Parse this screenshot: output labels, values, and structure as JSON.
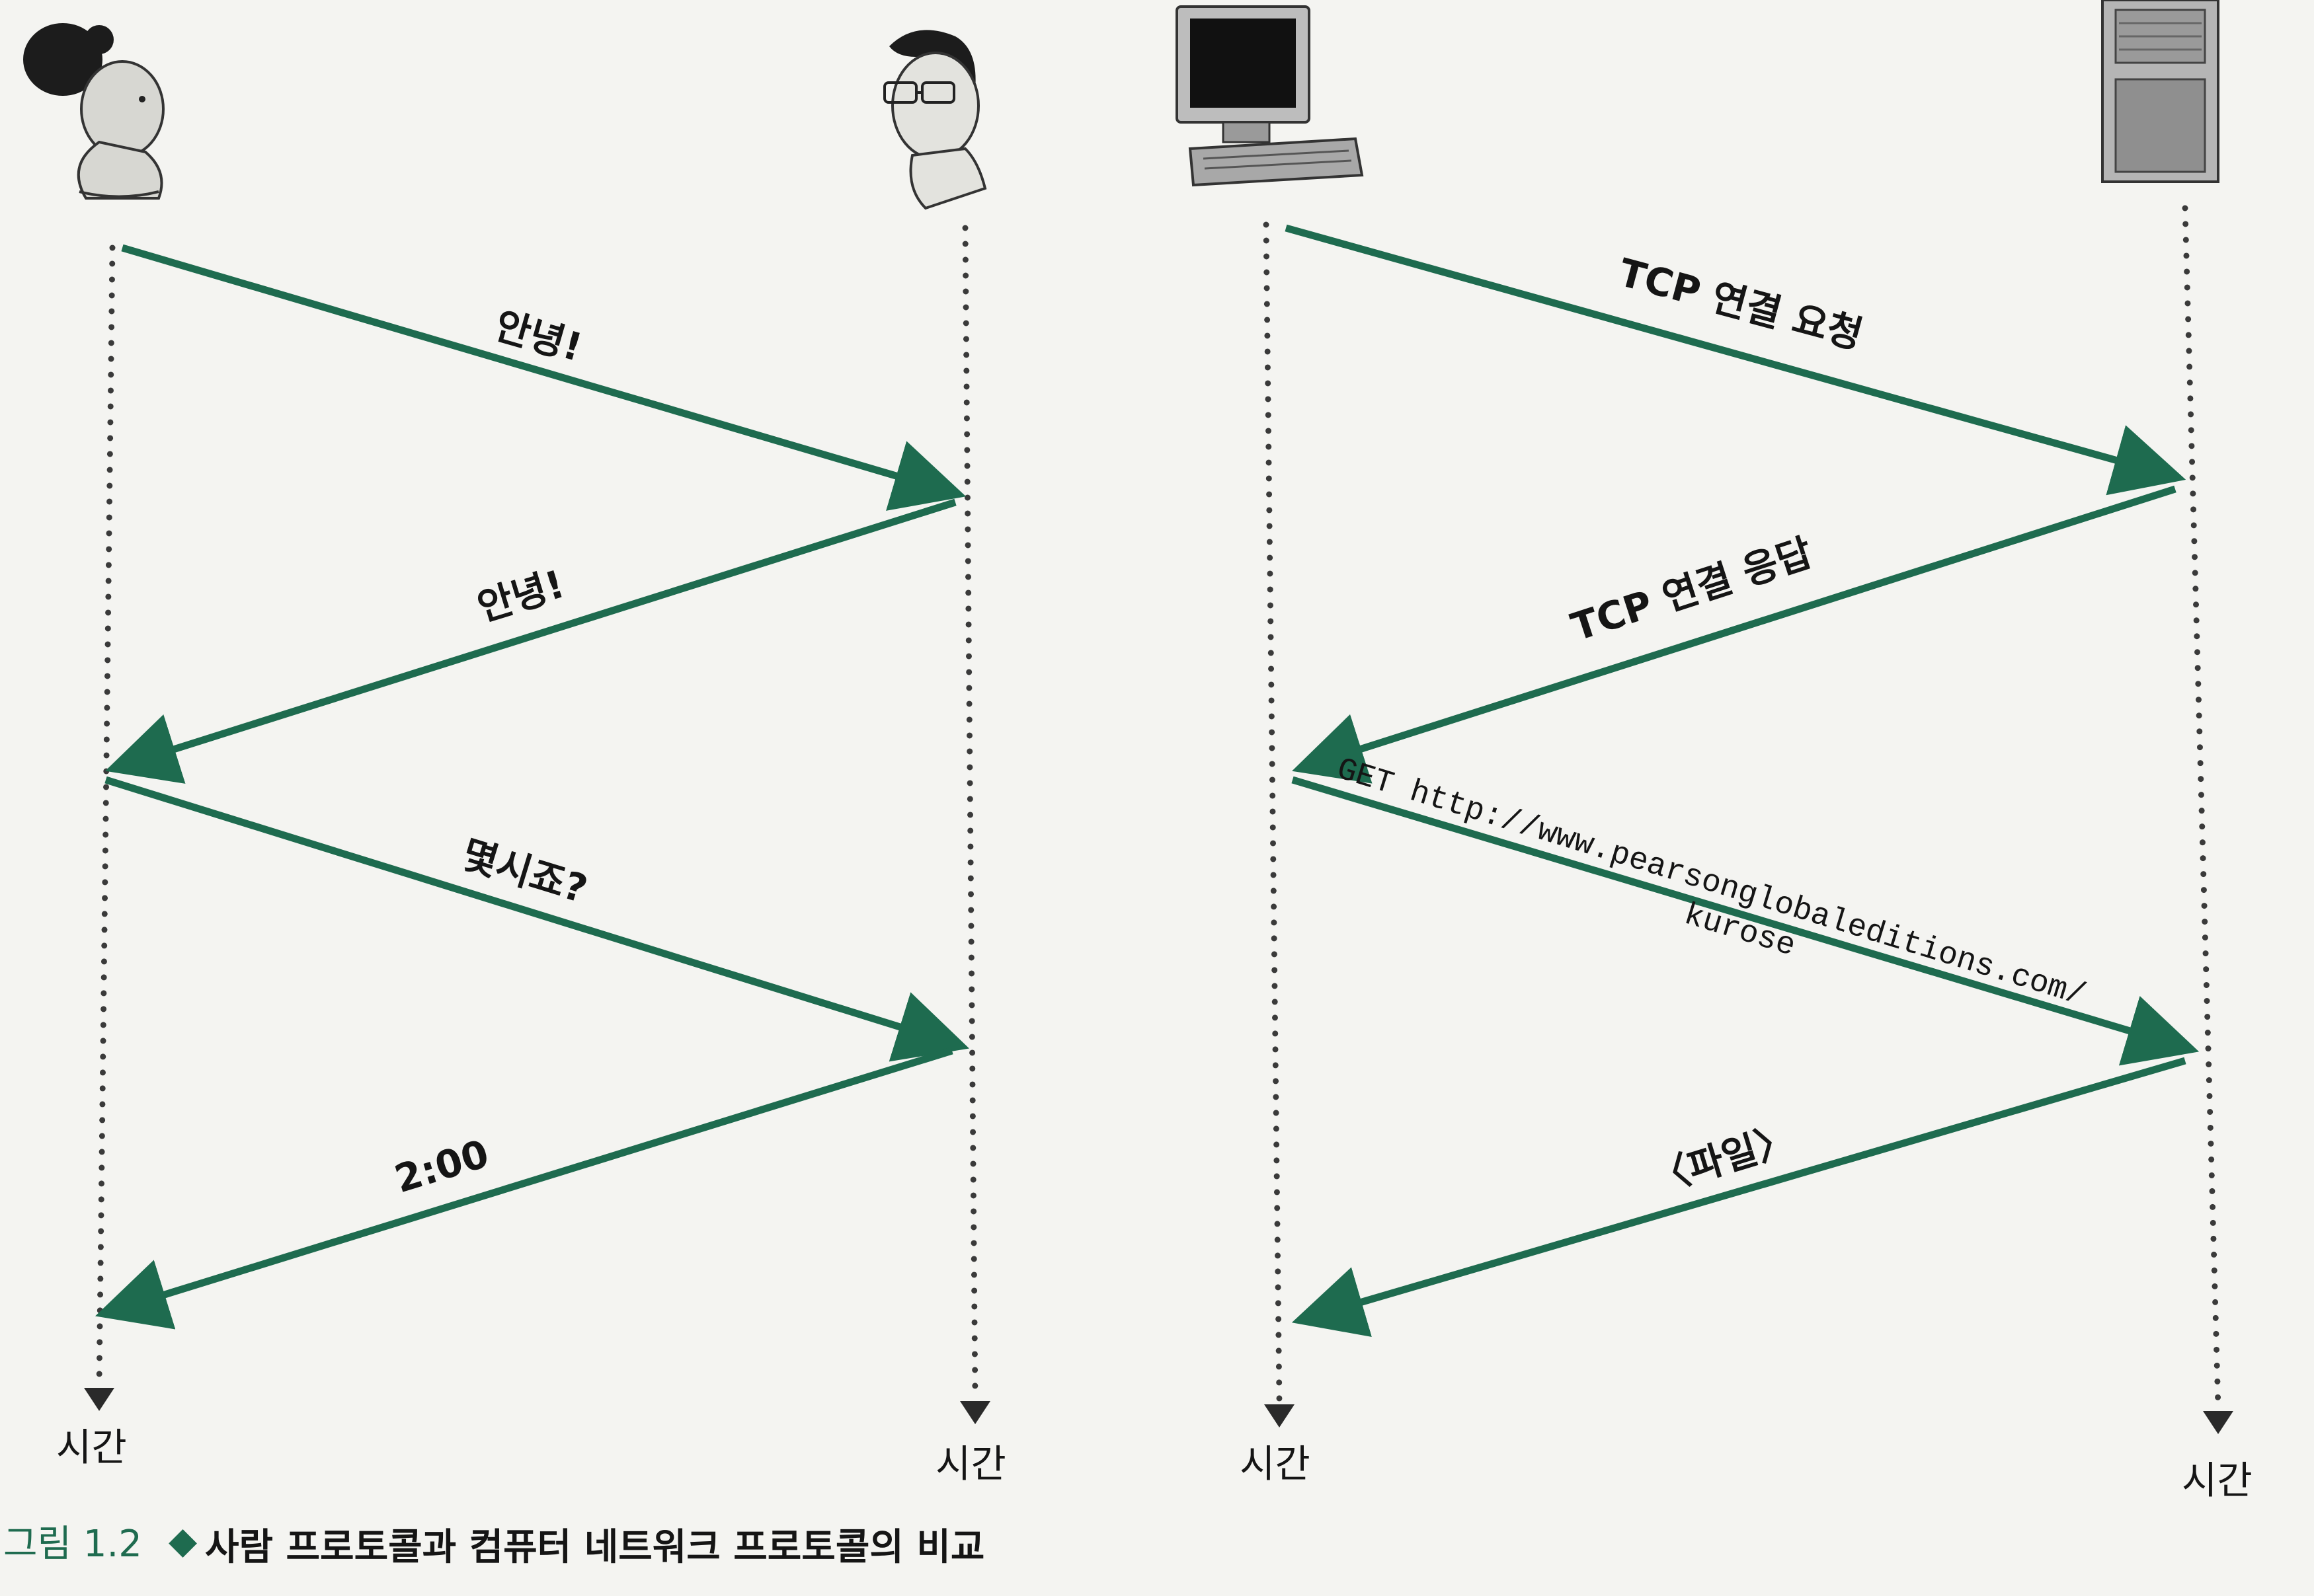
{
  "colors": {
    "arrow": "#1e6b4f",
    "timeline": "#3a3a3a",
    "caption_number": "#1e6b4f"
  },
  "actors": {
    "left_woman": "person-woman-icon",
    "left_man": "person-man-icon",
    "right_client": "desktop-computer-icon",
    "right_server": "server-tower-icon"
  },
  "human_protocol": {
    "messages": [
      "안녕!",
      "안녕!",
      "몇시죠?",
      "2:00"
    ],
    "time_left": "시간",
    "time_right": "시간"
  },
  "network_protocol": {
    "messages": [
      "TCP 연결 요청",
      "TCP 연결 응답",
      "GET http://www.pearsonglobaleditions.com/",
      "kurose",
      "〈파일〉"
    ],
    "time_left": "시간",
    "time_right": "시간"
  },
  "caption": {
    "figure": "그림 1.2",
    "bullet": "◆",
    "text": "사람 프로토콜과 컴퓨터 네트워크 프로토콜의 비교"
  }
}
